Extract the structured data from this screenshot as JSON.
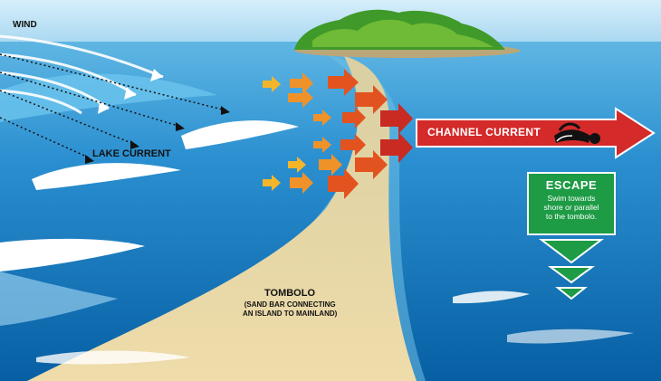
{
  "labels": {
    "wind": "WIND",
    "lake_current": "LAKE CURRENT",
    "channel_current": "CHANNEL CURRENT",
    "tombolo_title": "TOMBOLO",
    "tombolo_sub_line1": "(SAND BAR CONNECTING",
    "tombolo_sub_line2": "AN ISLAND TO MAINLAND)",
    "escape_title": "ESCAPE",
    "escape_line1": "Swim towards",
    "escape_line2": "shore or parallel",
    "escape_line3": "to the tombolo."
  },
  "colors": {
    "sky": "#bfe3f5",
    "water_far": "#3aa0d8",
    "water_near": "#0a6fb5",
    "sand": "#e8d8a8",
    "channel_arrow": "#d42a2a",
    "escape_green": "#1e9b45",
    "island_green": "#3f9a2a",
    "current_arrow_light": "#f5b52a",
    "current_arrow_dark": "#e2531f"
  }
}
